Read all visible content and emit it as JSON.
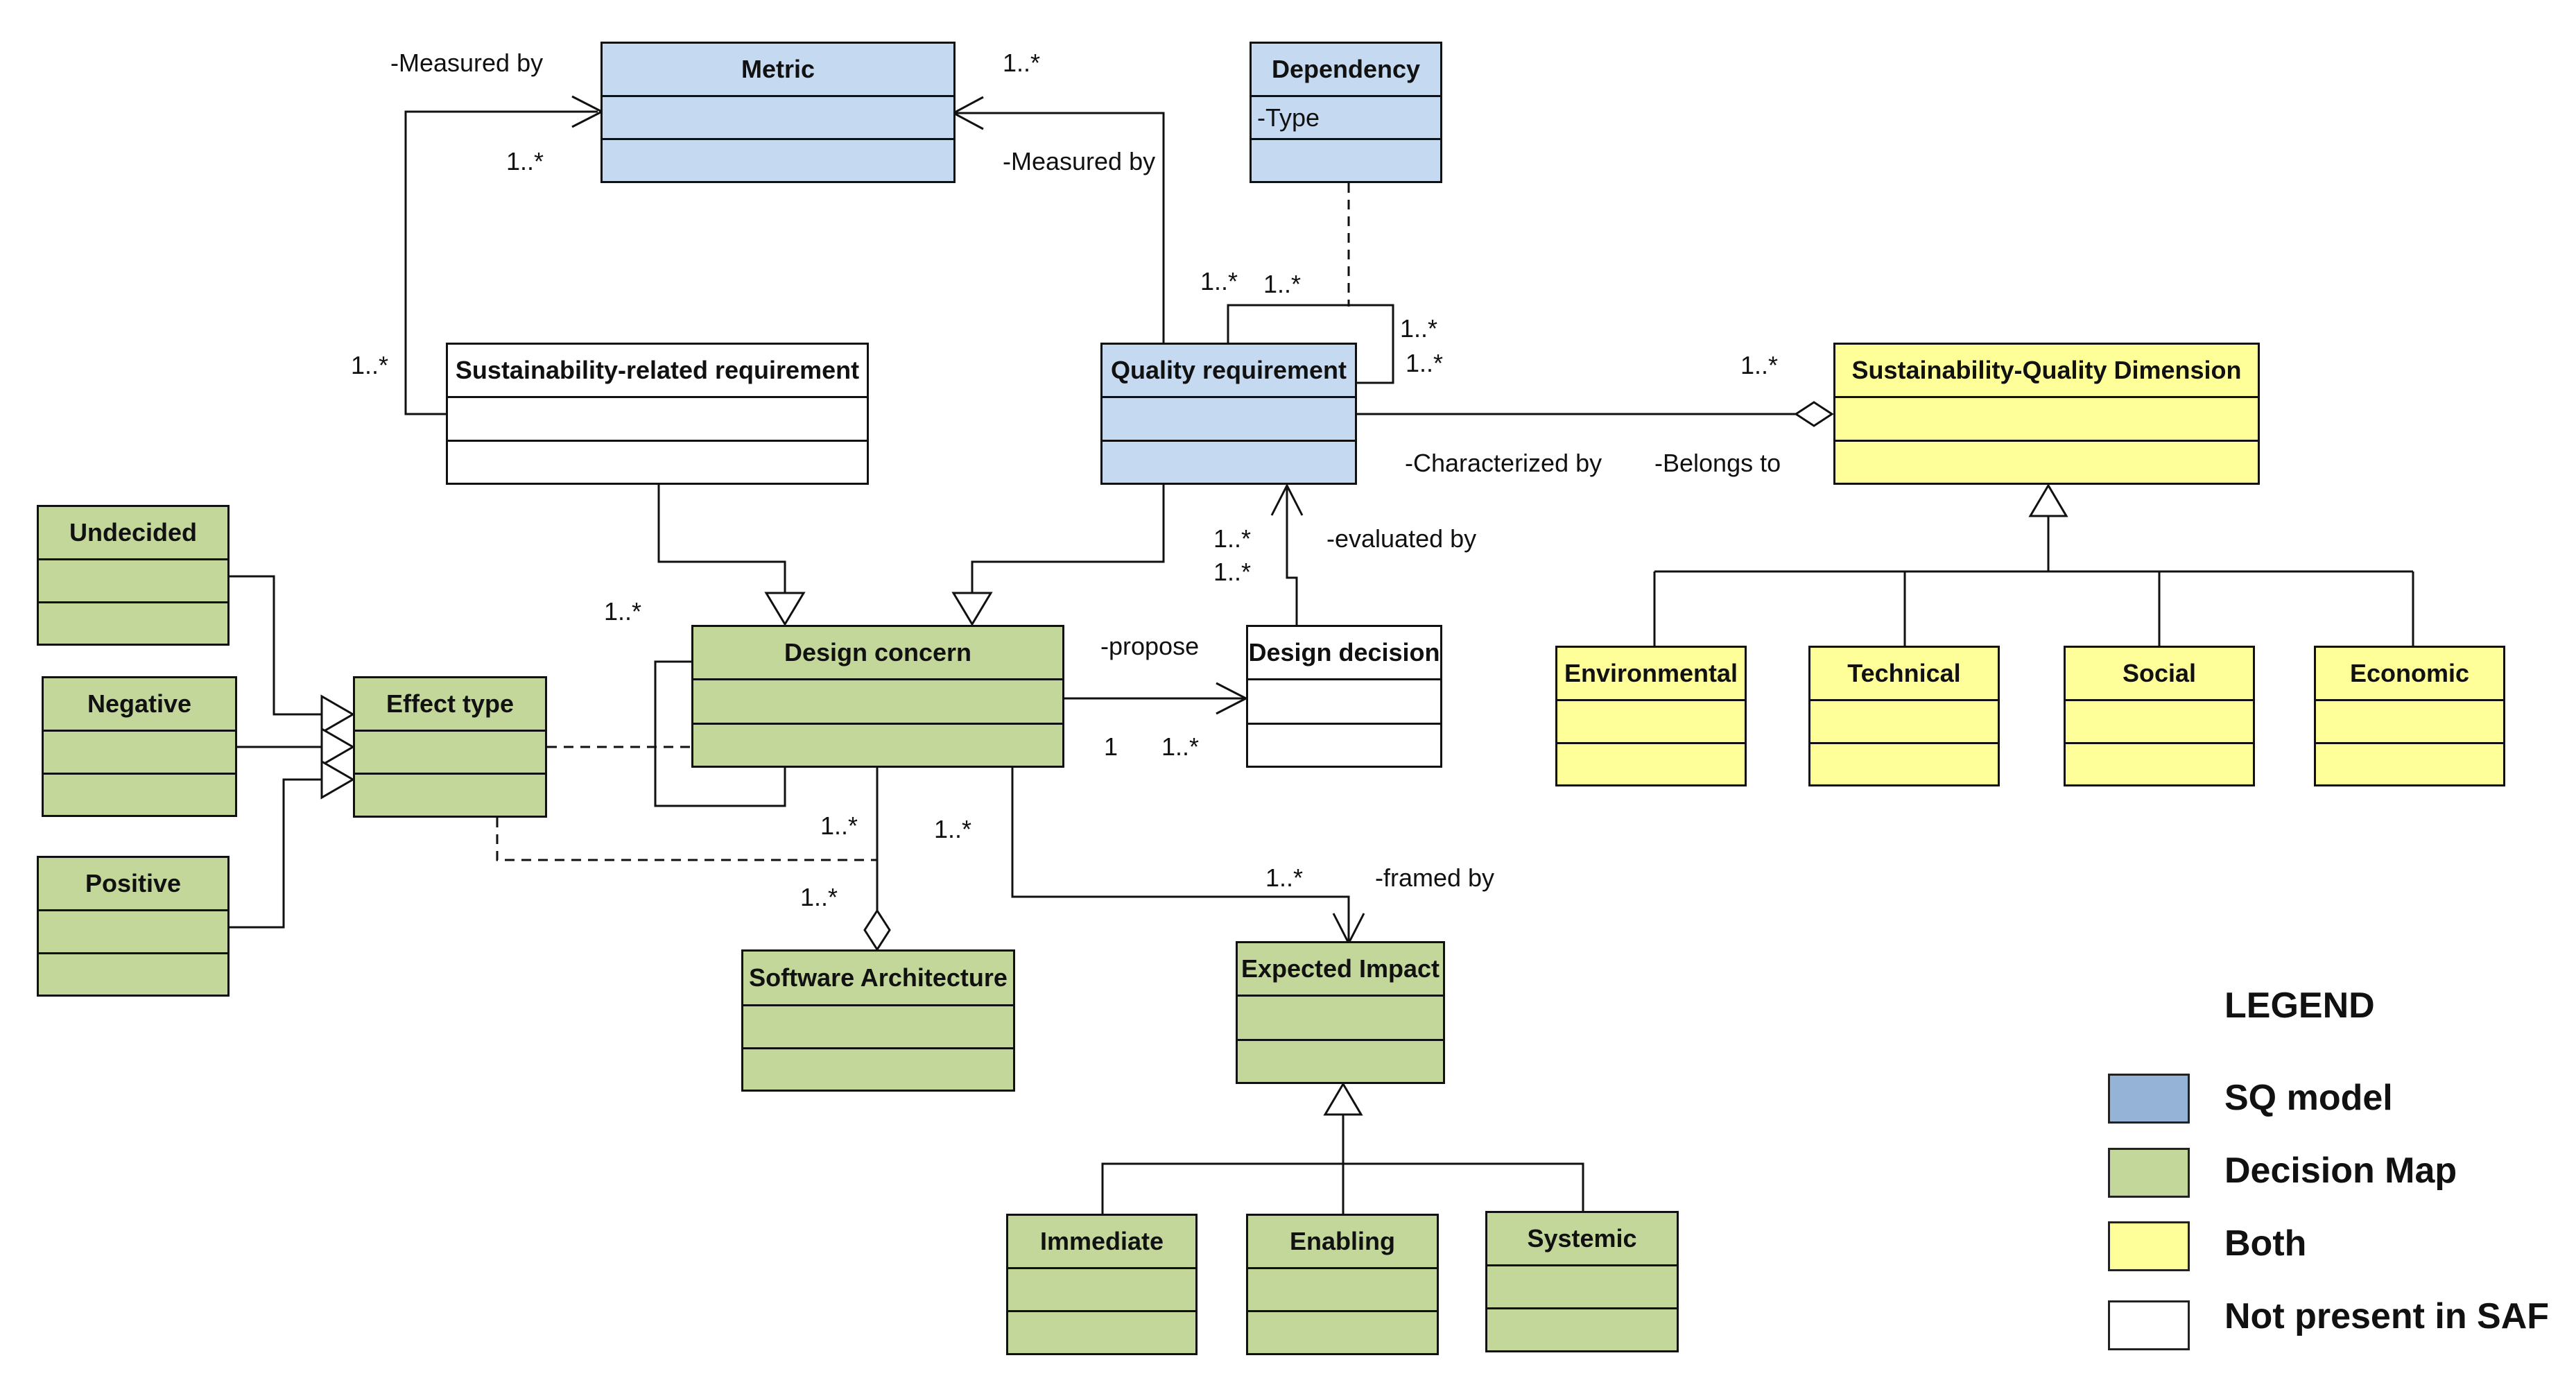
{
  "classes": {
    "metric": {
      "name": "Metric",
      "attributes": []
    },
    "dependency": {
      "name": "Dependency",
      "attributes": [
        "-Type"
      ]
    },
    "sustainability_req": {
      "name": "Sustainability-related requirement",
      "attributes": []
    },
    "quality_req": {
      "name": "Quality requirement",
      "attributes": []
    },
    "sq_dimension": {
      "name": "Sustainability-Quality Dimension",
      "attributes": []
    },
    "undecided": {
      "name": "Undecided",
      "attributes": []
    },
    "negative": {
      "name": "Negative",
      "attributes": []
    },
    "positive": {
      "name": "Positive",
      "attributes": []
    },
    "effect_type": {
      "name": "Effect type",
      "attributes": []
    },
    "design_concern": {
      "name": "Design concern",
      "attributes": []
    },
    "design_decision": {
      "name": "Design decision",
      "attributes": []
    },
    "environmental": {
      "name": "Environmental",
      "attributes": []
    },
    "technical": {
      "name": "Technical",
      "attributes": []
    },
    "social": {
      "name": "Social",
      "attributes": []
    },
    "economic": {
      "name": "Economic",
      "attributes": []
    },
    "software_architecture": {
      "name": "Software Architecture",
      "attributes": []
    },
    "expected_impact": {
      "name": "Expected Impact",
      "attributes": []
    },
    "immediate": {
      "name": "Immediate",
      "attributes": []
    },
    "enabling": {
      "name": "Enabling",
      "attributes": []
    },
    "systemic": {
      "name": "Systemic",
      "attributes": []
    }
  },
  "labels": {
    "measured_by_left": "-Measured by",
    "measured_by_right": "-Measured by",
    "mult_metric_right": "1..*",
    "mult_metric_left": "1..*",
    "mult_sustreq": "1..*",
    "mult_qr_self_a": "1..*",
    "mult_qr_self_b": "1..*",
    "mult_qr_self_c": "1..*",
    "mult_qr_self_d": "1..*",
    "mult_sqdim": "1..*",
    "characterized_by": "-Characterized by",
    "belongs_to": "-Belongs to",
    "mult_eval_a": "1..*",
    "mult_eval_b": "1..*",
    "evaluated_by": "-evaluated by",
    "mult_dc_top": "1..*",
    "propose": "-propose",
    "mult_propose_1": "1",
    "mult_propose_n": "1..*",
    "mult_dc_self": "1..*",
    "mult_sa": "1..*",
    "mult_dc_impact": "1..*",
    "mult_impact": "1..*",
    "framed_by": "-framed by"
  },
  "legend": {
    "title": "LEGEND",
    "items": [
      {
        "label": "SQ model",
        "color": "#95b3d7"
      },
      {
        "label": "Decision Map",
        "color": "#c4d79b"
      },
      {
        "label": "Both",
        "color": "#ffff99"
      },
      {
        "label": "Not present in SAF",
        "color": "#ffffff"
      }
    ]
  },
  "colors": {
    "sq_model": "#c5d9f1",
    "decision_map": "#c4d79b",
    "both": "#ffff99",
    "not_in_saf": "#ffffff",
    "line": "#111111"
  }
}
